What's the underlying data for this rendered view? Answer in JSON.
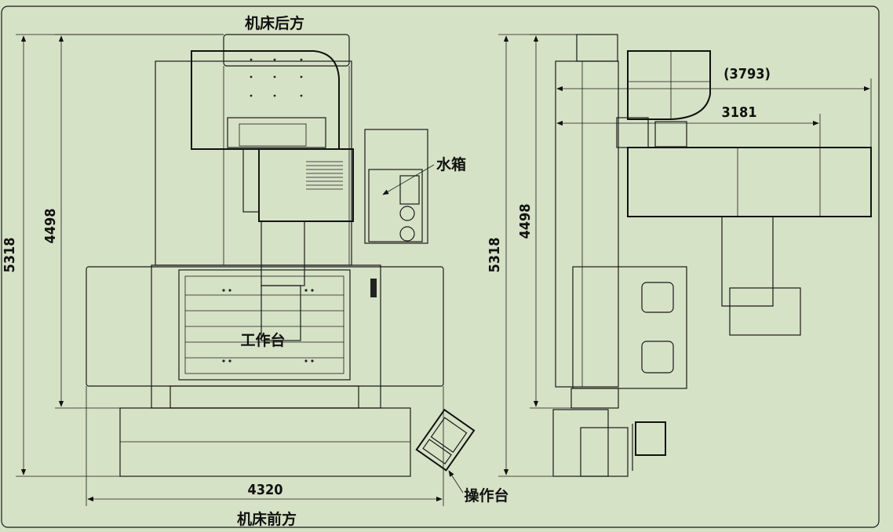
{
  "labels": {
    "rear": "机床后方",
    "front": "机床前方",
    "water_tank": "水箱",
    "worktable": "工作台",
    "operator_station": "操作台"
  },
  "dimensions": {
    "front_height_total": "5318",
    "front_height_machine": "4498",
    "front_width": "4320",
    "side_height_total": "5318",
    "side_height_machine": "4498",
    "side_depth_overall": "(3793)",
    "side_depth": "3181"
  },
  "colors": {
    "background": "#d6e2c6",
    "line": "#1a1a1a"
  }
}
